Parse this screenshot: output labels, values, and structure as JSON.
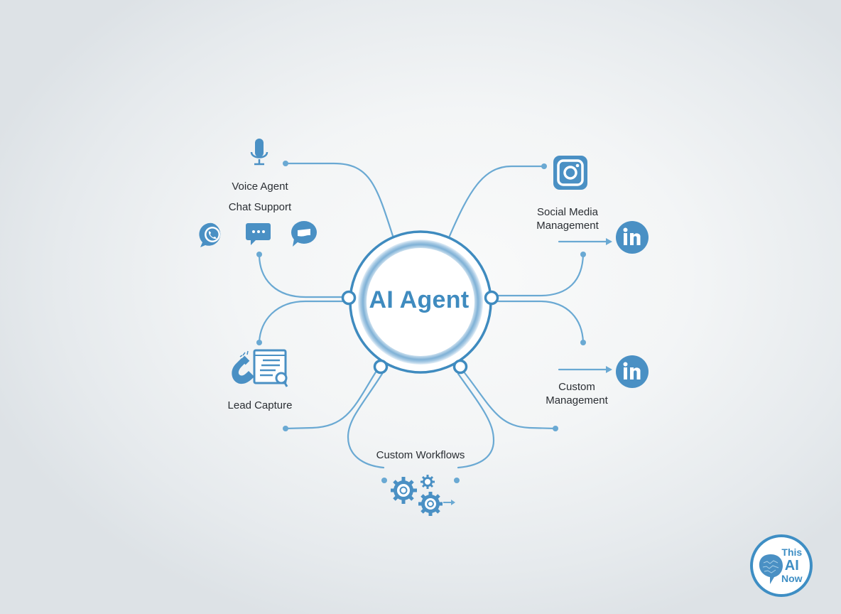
{
  "hub": {
    "title": "AI Agent",
    "accent_color": "#3f8bbf"
  },
  "nodes": {
    "voice_agent": {
      "label": "Voice Agent",
      "icon": "microphone-icon"
    },
    "chat_support": {
      "label": "Chat Support",
      "icons": [
        "whatsapp-icon",
        "chat-bubble-icon",
        "messenger-icon"
      ]
    },
    "social_media": {
      "label_line1": "Social Media",
      "label_line2": "Management",
      "icons": [
        "instagram-icon",
        "linkedin-icon"
      ]
    },
    "custom_management": {
      "label_line1": "Custom",
      "label_line2": "Management",
      "icon": "linkedin-icon"
    },
    "lead_capture": {
      "label": "Lead Capture",
      "icon": "magnet-form-icon"
    },
    "custom_workflows": {
      "label": "Custom Workflows",
      "icon": "gears-icon"
    }
  },
  "badge": {
    "line1": "This",
    "line2": "AI",
    "line3": "Now",
    "icon": "brain-icon"
  },
  "colors": {
    "line": "#6aa9d3",
    "icon": "#4a90c4",
    "ring": "#3f8bbf",
    "text": "#2a2e33"
  }
}
